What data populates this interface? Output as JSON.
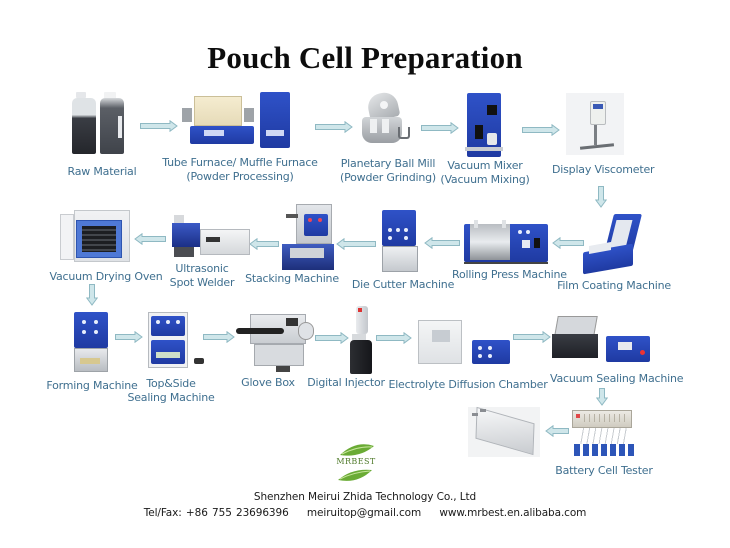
{
  "title": "Pouch Cell Preparation",
  "colors": {
    "label": "#3f6f8f",
    "arrow_fill": "#cfe6ea",
    "arrow_stroke": "#8fb9c3",
    "machine_blue": "#2341b0",
    "logo_green": "#5d9a2f"
  },
  "steps": [
    {
      "id": 1,
      "label_lines": [
        "Raw Material"
      ],
      "icon": "bottles-icon"
    },
    {
      "id": 2,
      "label_lines": [
        "Tube Furnace/ Muffle Furnace",
        "(Powder Processing)"
      ],
      "icon": "furnace-icon"
    },
    {
      "id": 3,
      "label_lines": [
        "Planetary Ball Mill",
        "(Powder Grinding)"
      ],
      "icon": "ball-mill-icon"
    },
    {
      "id": 4,
      "label_lines": [
        "Vacuum Mixer",
        "(Vacuum Mixing)"
      ],
      "icon": "vacuum-mixer-icon"
    },
    {
      "id": 5,
      "label_lines": [
        "Display Viscometer"
      ],
      "icon": "viscometer-icon"
    },
    {
      "id": 6,
      "label_lines": [
        "Film Coating Machine"
      ],
      "icon": "film-coater-icon"
    },
    {
      "id": 7,
      "label_lines": [
        "Rolling Press Machine"
      ],
      "icon": "rolling-press-icon"
    },
    {
      "id": 8,
      "label_lines": [
        "Die Cutter Machine"
      ],
      "icon": "die-cutter-icon"
    },
    {
      "id": 9,
      "label_lines": [
        "Stacking Machine"
      ],
      "icon": "stacking-machine-icon"
    },
    {
      "id": 10,
      "label_lines": [
        "Ultrasonic",
        "Spot Welder"
      ],
      "icon": "spot-welder-icon"
    },
    {
      "id": 11,
      "label_lines": [
        "Vacuum Drying Oven"
      ],
      "icon": "drying-oven-icon"
    },
    {
      "id": 12,
      "label_lines": [
        "Forming Machine"
      ],
      "icon": "forming-machine-icon"
    },
    {
      "id": 13,
      "label_lines": [
        "Top&Side",
        "Sealing Machine"
      ],
      "icon": "sealing-machine-icon"
    },
    {
      "id": 14,
      "label_lines": [
        "Glove Box"
      ],
      "icon": "glove-box-icon"
    },
    {
      "id": 15,
      "label_lines": [
        "Digital Injector"
      ],
      "icon": "digital-injector-icon"
    },
    {
      "id": 16,
      "label_lines": [
        "Electrolyte Diffusion Chamber"
      ],
      "icon": "diffusion-chamber-icon"
    },
    {
      "id": 17,
      "label_lines": [
        "Vacuum Sealing Machine"
      ],
      "icon": "vacuum-sealer-icon"
    },
    {
      "id": 18,
      "label_lines": [
        "Battery Cell Tester"
      ],
      "icon": "cell-tester-icon"
    },
    {
      "id": 19,
      "label_lines": [],
      "icon": "pouch-cell-icon"
    }
  ],
  "flow": [
    {
      "from": 1,
      "to": 2,
      "direction": "right"
    },
    {
      "from": 2,
      "to": 3,
      "direction": "right"
    },
    {
      "from": 3,
      "to": 4,
      "direction": "right"
    },
    {
      "from": 4,
      "to": 5,
      "direction": "right"
    },
    {
      "from": 5,
      "to": 6,
      "direction": "down"
    },
    {
      "from": 6,
      "to": 7,
      "direction": "left"
    },
    {
      "from": 7,
      "to": 8,
      "direction": "left"
    },
    {
      "from": 8,
      "to": 9,
      "direction": "left"
    },
    {
      "from": 9,
      "to": 10,
      "direction": "left"
    },
    {
      "from": 10,
      "to": 11,
      "direction": "left"
    },
    {
      "from": 11,
      "to": 12,
      "direction": "down"
    },
    {
      "from": 12,
      "to": 13,
      "direction": "right"
    },
    {
      "from": 13,
      "to": 14,
      "direction": "right"
    },
    {
      "from": 14,
      "to": 15,
      "direction": "right"
    },
    {
      "from": 15,
      "to": 16,
      "direction": "right"
    },
    {
      "from": 16,
      "to": 17,
      "direction": "right"
    },
    {
      "from": 17,
      "to": 18,
      "direction": "down"
    },
    {
      "from": 18,
      "to": 19,
      "direction": "left"
    }
  ],
  "logo": {
    "text": "MRBEST",
    "icon": "leaf-logo-icon"
  },
  "footer": {
    "company": "Shenzhen Meirui Zhida Technology Co., Ltd",
    "tel": "Tel/Fax: +86 755 23696396",
    "email": "meiruitop@gmail.com",
    "website": "www.mrbest.en.alibaba.com"
  }
}
